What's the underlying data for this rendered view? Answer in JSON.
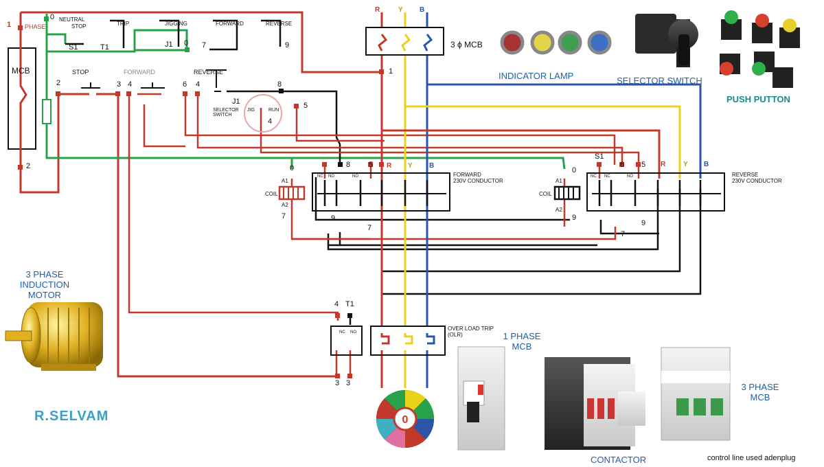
{
  "labels": {
    "phase": "PHASE",
    "neutral": "NEUTRAL",
    "mcb": "MCB",
    "stop_top": "STOP",
    "trip": "TRIP",
    "jigging": "JIGGING",
    "forward_top": "FORWARD",
    "reverse_top": "REVERSE",
    "stop": "STOP",
    "forward": "FORWARD",
    "reverse": "REVERSE",
    "selector_switch_small": "SELECTOR\nSWITCH",
    "jig": "JIG",
    "run": "RUN",
    "coil": "COIL",
    "forward_contactor": "FORWARD\n230V CONDUCTOR",
    "reverse_contactor": "REVERSE\n230V CONDUCTOR",
    "overload_trip": "OVER LOAD TRIP\n(OLR)",
    "three_phase_mcb_top": "3 ϕ MCB",
    "indicator_lamp": "INDICATOR LAMP",
    "selector_switch": "SELECTOR SWITCH",
    "push_button": "PUSH PUTTON",
    "motor": "3 PHASE\nINDUCTION\nMOTOR",
    "one_phase_mcb": "1 PHASE\nMCB",
    "contactor": "CONTACTOR",
    "three_phase_mcb": "3 PHASE\nMCB",
    "author": "R.SELVAM",
    "footer": "control line used adenplug",
    "R": "R",
    "Y": "Y",
    "B": "B",
    "NC": "NC",
    "NO": "NO",
    "S1": "S1",
    "T1": "T1",
    "J1": "J1",
    "A1": "A1",
    "A2": "A2",
    "n0": "0",
    "n1": "1",
    "n2": "2",
    "n3": "3",
    "n4": "4",
    "n5": "5",
    "n6": "6",
    "n7": "7",
    "n8": "8",
    "n9": "9"
  },
  "colors": {
    "red_wire": "#c0392b",
    "green_wire": "#27a24a",
    "black_wire": "#111111",
    "yellow_wire": "#e8d21a",
    "blue_wire": "#2a55a8",
    "label_blue": "#1f5fa8",
    "label_teal": "#1a8a8a"
  },
  "lamps": [
    "red",
    "yellow",
    "green",
    "blue"
  ],
  "buttons": [
    "green",
    "red",
    "yellow",
    "red",
    "green",
    "black"
  ]
}
